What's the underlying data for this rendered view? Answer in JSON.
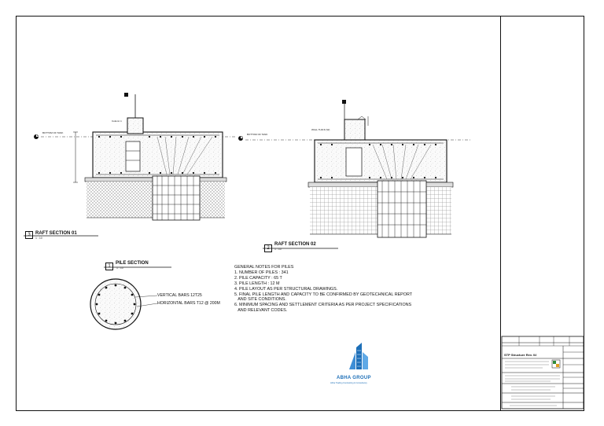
{
  "raft1": {
    "title": "RAFT SECTION 01",
    "number": "3",
    "scale": "1 : 10",
    "column_tag": "Column 1",
    "level_label": "BOTTOM OF TANK"
  },
  "raft2": {
    "title": "RAFT SECTION 02",
    "number": "2",
    "scale": "1 : 10",
    "wall_tag": "WALL THICK (W)",
    "level_label": "BOTTOM OF TANK"
  },
  "pile": {
    "title": "PILE SECTION",
    "number": "1",
    "scale": "1 : 10",
    "vertical_bars": "VERTICAL BARS 12T25",
    "horizontal_bars": "HORIZONTAL BARS T12 @ 200M"
  },
  "notes": {
    "heading": "GENERAL NOTES FOR PILES",
    "items": [
      "1. NUMBER OF PILES : 341",
      "2. PILE CAPACITY : 65 T",
      "3. PILE LENGTH : 12 M",
      "4. PILE LAYOUT AS PER STRUCTURAL DRAWINGS.",
      "5. FINAL PILE LENGTH AND CAPACITY TO BE CONFIRMED BY GEOTECHNICAL REPORT",
      "   AND SITE CONDITIONS.",
      "6. MINIMUM SPACING AND SETTLEMENT CRITERIA AS PER PROJECT SPECIFICATIONS",
      "   AND RELEVANT CODES."
    ]
  },
  "logo": {
    "name": "ABHA GROUP",
    "tagline": "Abha Trading Contracting & Consultancy",
    "color": "#1d6fb8"
  },
  "titleblock": {
    "project_line": "STP Structure Rev. 04"
  }
}
